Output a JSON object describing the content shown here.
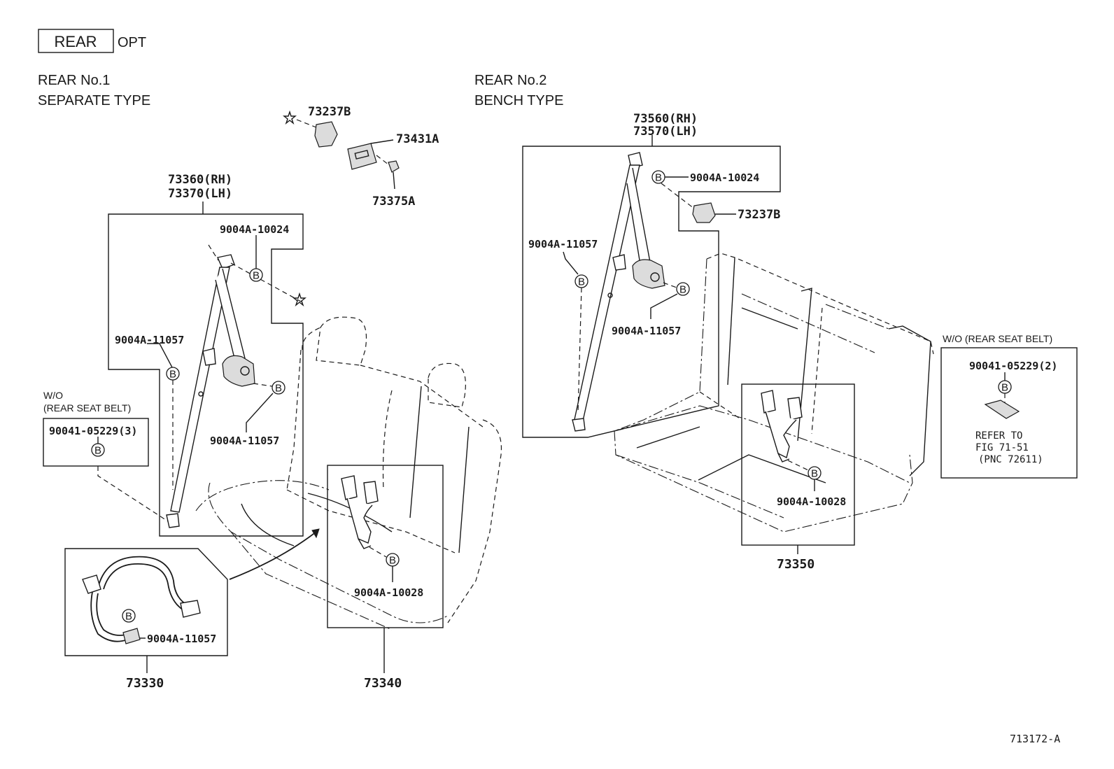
{
  "header": {
    "rear_box": "REAR",
    "opt": "OPT"
  },
  "left_section": {
    "line1": "REAR No.1",
    "line2": "SEPARATE TYPE"
  },
  "right_section": {
    "line1": "REAR No.2",
    "line2": "BENCH TYPE"
  },
  "bolt_marker": "B",
  "parts": {
    "p73237b_top": "73237B",
    "p73431a": "73431A",
    "p73375a": "73375A",
    "p73360_rh": "73360(RH)",
    "p73370_lh": "73370(LH)",
    "p9004a_10024_left": "9004A-10024",
    "p9004a_11057_left_a": "9004A-11057",
    "p9004a_11057_left_b": "9004A-11057",
    "wo_left_1": "W/O",
    "wo_left_2": "(REAR SEAT BELT)",
    "p90041_05229_3": "90041-05229(3)",
    "p9004a_11057_left_c": "9004A-11057",
    "p73330": "73330",
    "p9004a_10028_left": "9004A-10028",
    "p73340": "73340",
    "p73560_rh": "73560(RH)",
    "p73570_lh": "73570(LH)",
    "p9004a_10024_right": "9004A-10024",
    "p73237b_right": "73237B",
    "p9004a_11057_right_a": "9004A-11057",
    "p9004a_11057_right_b": "9004A-11057",
    "wo_right": "W/O (REAR SEAT BELT)",
    "p90041_05229_2": "90041-05229(2)",
    "refer_1": "REFER TO",
    "refer_2": "FIG 71-51",
    "refer_3": "(PNC 72611)",
    "p9004a_10028_right": "9004A-10028",
    "p73350": "73350"
  },
  "figure_id": "713172-A"
}
